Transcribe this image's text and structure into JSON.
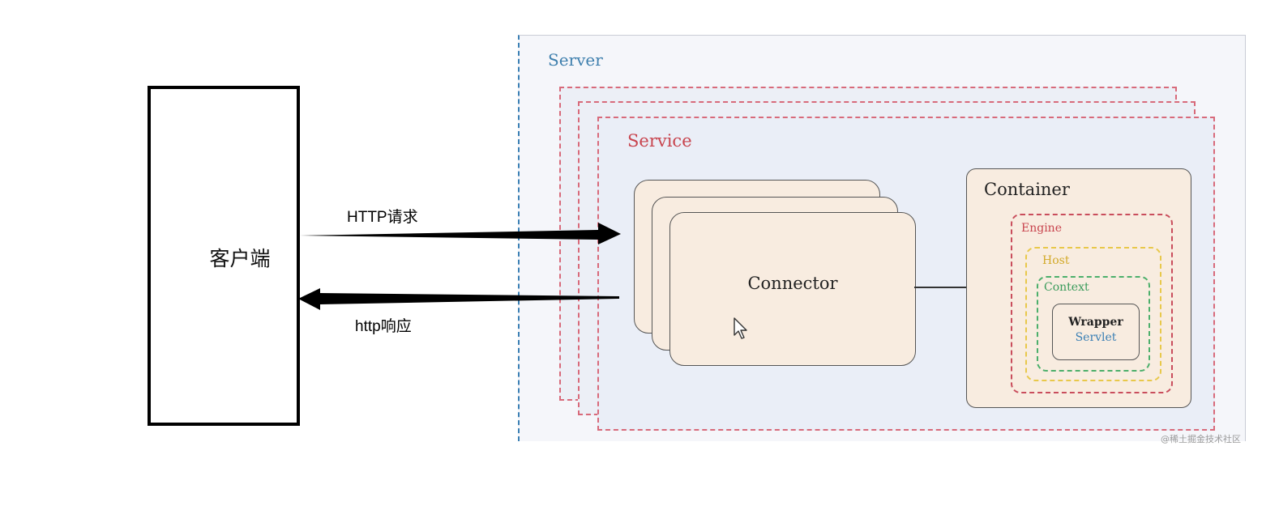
{
  "client": {
    "label": "客户端"
  },
  "arrows": {
    "request_label": "HTTP请求",
    "response_label": "http响应"
  },
  "server": {
    "label": "Server"
  },
  "service": {
    "label": "Service"
  },
  "connector": {
    "label": "Connector"
  },
  "container": {
    "label": "Container",
    "engine": "Engine",
    "host": "Host",
    "context": "Context",
    "wrapper": "Wrapper",
    "servlet": "Servlet"
  },
  "watermark": "@稀土掘金技术社区",
  "icons": {
    "cursor": "mouse-pointer-icon"
  },
  "colors": {
    "server_accent": "#3e7fad",
    "service_accent": "#c8444e",
    "engine": "#c94d5c",
    "host": "#e8c84a",
    "context": "#4caf6b",
    "box_fill": "#f8ece0"
  }
}
